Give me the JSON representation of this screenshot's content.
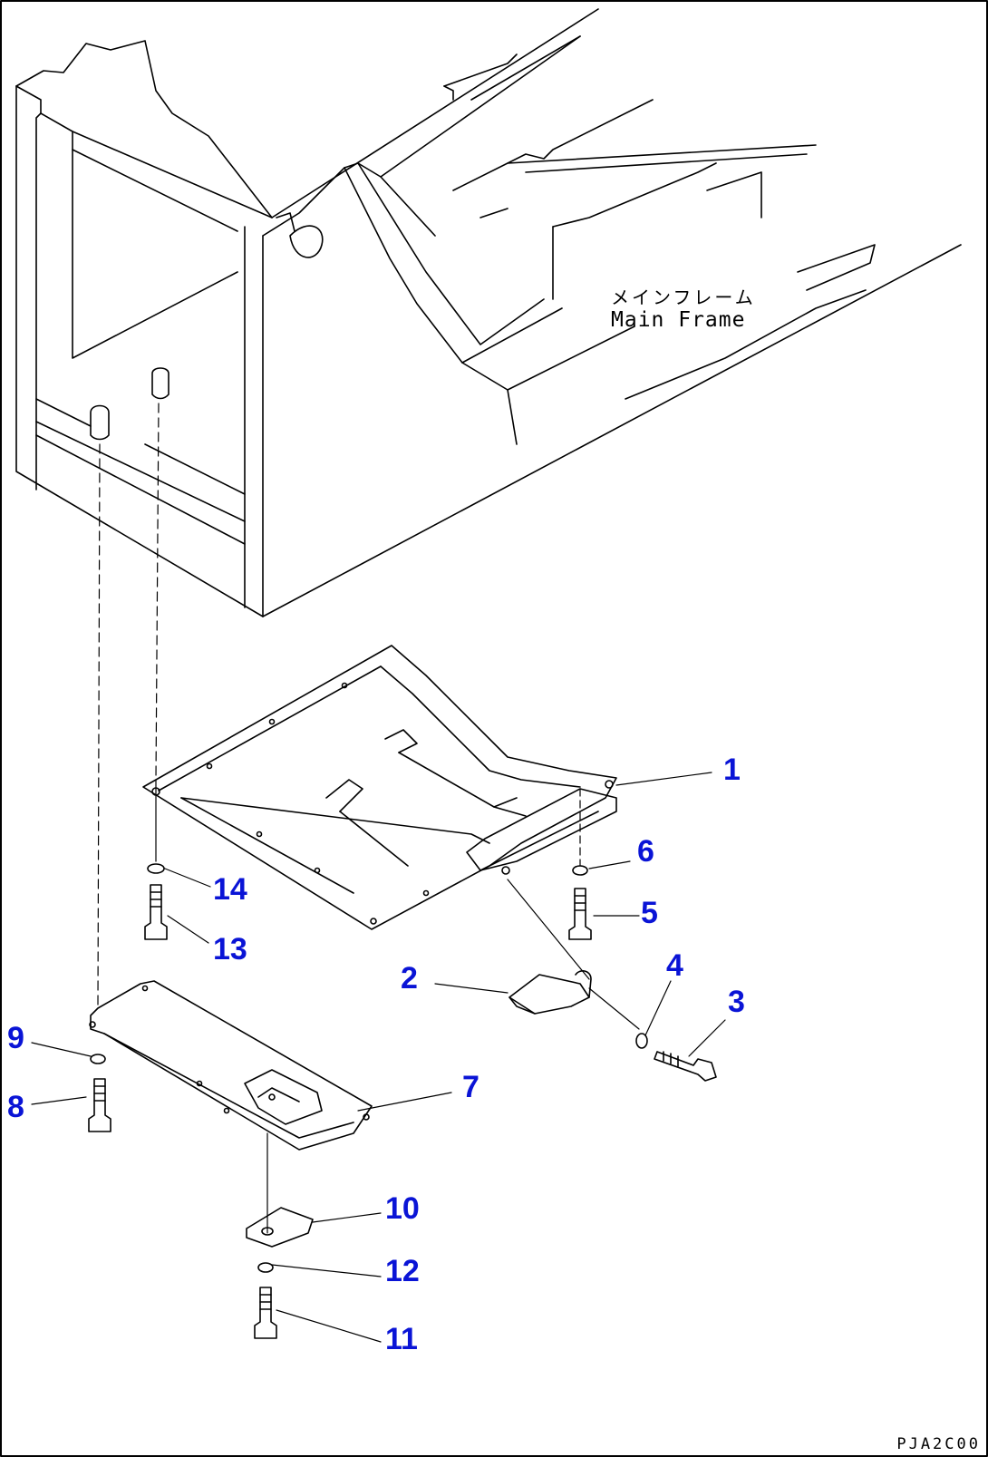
{
  "frame_label": {
    "japanese": "メインフレーム",
    "english": "Main Frame"
  },
  "drawing_code": "PJA2C00",
  "callouts": [
    {
      "id": 1,
      "label": "1",
      "part": "under-cover"
    },
    {
      "id": 2,
      "label": "2",
      "part": "hinge-bracket"
    },
    {
      "id": 3,
      "label": "3",
      "part": "bolt"
    },
    {
      "id": 4,
      "label": "4",
      "part": "washer"
    },
    {
      "id": 5,
      "label": "5",
      "part": "bolt"
    },
    {
      "id": 6,
      "label": "6",
      "part": "washer"
    },
    {
      "id": 7,
      "label": "7",
      "part": "cover-plate"
    },
    {
      "id": 8,
      "label": "8",
      "part": "bolt"
    },
    {
      "id": 9,
      "label": "9",
      "part": "washer"
    },
    {
      "id": 10,
      "label": "10",
      "part": "plate"
    },
    {
      "id": 11,
      "label": "11",
      "part": "bolt"
    },
    {
      "id": 12,
      "label": "12",
      "part": "washer"
    },
    {
      "id": 13,
      "label": "13",
      "part": "bolt"
    },
    {
      "id": 14,
      "label": "14",
      "part": "washer"
    }
  ],
  "colors": {
    "line": "#000000",
    "callout": "#0a14d6",
    "background": "#ffffff"
  }
}
